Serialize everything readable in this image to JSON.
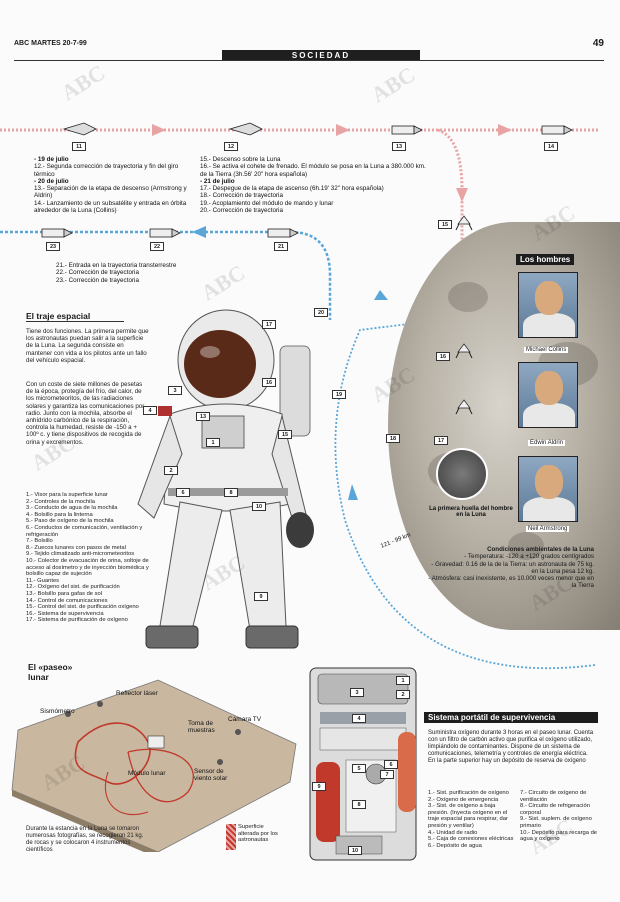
{
  "header": {
    "date_line": "ABC MARTES 20-7-99",
    "section": "SOCIEDAD",
    "page_number": "49"
  },
  "watermarks": [
    "ABC",
    "ABC",
    "ABC",
    "ABC",
    "ABC",
    "ABC",
    "ABC",
    "ABC",
    "ABC",
    "ABC"
  ],
  "timeline": {
    "col1": [
      {
        "type": "date",
        "text": "- 19 de julio"
      },
      {
        "type": "item",
        "text": "12.- Segunda corrección de trayectoria y fin del giro térmico"
      },
      {
        "type": "date",
        "text": "- 20 de julio"
      },
      {
        "type": "item",
        "text": "13.- Separación de la etapa de descenso (Armstrong y Aldrin)"
      },
      {
        "type": "item",
        "text": "14.- Lanzamiento de un subsatélite y entrada en órbita alrededor de la Luna (Collins)"
      }
    ],
    "col2": [
      {
        "type": "item",
        "text": "15.- Descenso sobre la Luna"
      },
      {
        "type": "item",
        "text": "16.- Se activa el cohete de frenado. El módulo se posa en la Luna a 380.000 km. de la Tierra (3h.56' 20\" hora española)"
      },
      {
        "type": "date",
        "text": "- 21 de julio"
      },
      {
        "type": "item",
        "text": "17.- Despegue de la etapa de ascenso (6h.19' 32\" hora española)"
      },
      {
        "type": "item",
        "text": "18.- Corrección de trayectoria"
      },
      {
        "type": "item",
        "text": "19.- Acoplamiento del módulo de mando y lunar"
      },
      {
        "type": "item",
        "text": "20.- Corrección de trayectoria"
      }
    ],
    "col3": [
      {
        "type": "item",
        "text": "21.- Entrada en la trayectoria transterrestre"
      },
      {
        "type": "item",
        "text": "22.- Corrección de trayectoria"
      },
      {
        "type": "item",
        "text": "23.- Corrección de trayectoria"
      }
    ],
    "badges_top": [
      "11",
      "12",
      "13",
      "14"
    ],
    "badges_mid": [
      "23",
      "22",
      "21"
    ],
    "badges_right": [
      "15",
      "16",
      "17",
      "18",
      "19",
      "20"
    ],
    "distance_label": "121 - 99 km"
  },
  "suit": {
    "title": "El traje espacial",
    "para1": "Tiene dos funciones. La primera permite que los astronautas puedan salir a la superficie de la Luna. La segunda consiste en mantener con vida a los pilotos ante un fallo del vehículo espacial.",
    "para2": "Con un coste de siete millones de pesetas de la época, protegía del frío, del calor, de los micrometeoritos, de las radiaciones solares y garantiza las comunicaciones por radio. Junto con la mochila, absorbe el anhídrido carbónico de la respiración, controla la humedad, resiste de -150 a + 100º c. y tiene dispositivos de recogida de orina y excrementos.",
    "badges": [
      "17",
      "16",
      "3",
      "4",
      "13",
      "15",
      "1",
      "2",
      "6",
      "8",
      "10",
      "9"
    ],
    "parts": [
      "1.- Visor para la superficie lunar",
      "2.- Controles de la mochila",
      "3.- Conducto de agua de la mochila",
      "4.- Bolsillo para la linterna",
      "5.- Paso de oxígeno de la mochila",
      "6.- Conductos de comunicación, ventilación y refrigeración",
      "7.- Bolsillo",
      "8.- Zuecos lunares con pasos de metal",
      "9.- Tejido climatizado anti-micrometeoritos",
      "10.- Colector de evacuación de orina, soltoje de acceso al dosímetro y de inyección biomédica y bolsillo capaz de sujeción",
      "11.- Guantes",
      "12.- Oxígeno del sist. de purificación",
      "13.- Bolsillo para gafas de sol",
      "14.- Control de comunicaciones",
      "15.- Control del sist. de purificación oxígeno",
      "16.- Sistema de supervivencia",
      "17.- Sistema de purificación de oxígeno"
    ]
  },
  "men": {
    "title": "Los hombres",
    "names": [
      "Michael Collins",
      "Edwin Aldrin",
      "Neil Armstrong"
    ]
  },
  "footprint": "La primera huella del hombre en la Luna",
  "conditions": {
    "title": "Condiciones ambientales de la Luna",
    "lines": [
      "- Temperatura: -120 a +120 grados centígrados",
      "- Gravedad: 0.16 de la de la Tierra: un astronauta de 75 kg. en la Luna pesa 12 kg.",
      "- Atmósfera: casi inexistente, es 10.000 veces menor que en la Tierra"
    ]
  },
  "walk": {
    "title_line1": "El «paseo»",
    "title_line2": "lunar",
    "labels": [
      "Reflector láser",
      "Sismómetro",
      "Toma de muestras",
      "Cámara TV",
      "Módulo lunar",
      "Sensor de viento solar"
    ],
    "caption": "Durante la estancia en la Luna se tomaron numerosas fotografías, se recogieron 21 kg. de rocas y se colocaron 4 instrumentos científicos",
    "legend": "Superficie alterada por los astronautas"
  },
  "backpack": {
    "title": "Sistema portátil de supervivencia",
    "para": "Suministra oxígeno durante 3 horas en el paseo lunar. Cuenta con un filtro de carbón activo que purifica el oxígeno utilizado, limpiándolo de contaminantes. Dispone de un sistema de comunicaciones, telemetría y controles de energía eléctrica. En la parte superior hay un depósito de reserva de oxígeno",
    "badges": [
      "1",
      "2",
      "3",
      "4",
      "5",
      "6",
      "7",
      "8",
      "9",
      "10"
    ],
    "list_left": [
      "1.- Sist. purificación de oxígeno",
      "2.- Oxígeno de emergencia",
      "3.- Sist. de oxígeno a baja presión. (Inyecta oxígeno en el traje espacial para respirar, dar presión y ventilar)",
      "4.- Unidad de radio",
      "5.- Caja de conexiones eléctricas",
      "6.- Depósito de agua"
    ],
    "list_right": [
      "7.- Circuito de oxígeno de ventilación",
      "8.- Circuito de refrigeración corporal",
      "9.- Sist. suplem. de oxígeno primario",
      "10.- Depósito para recarga de agua y oxígeno"
    ]
  },
  "colors": {
    "pink_trajectory": "#e8a4a4",
    "blue_trajectory": "#5aa6d8",
    "box_dark": "#1d1d1d",
    "terrain": "#c9b79f"
  }
}
